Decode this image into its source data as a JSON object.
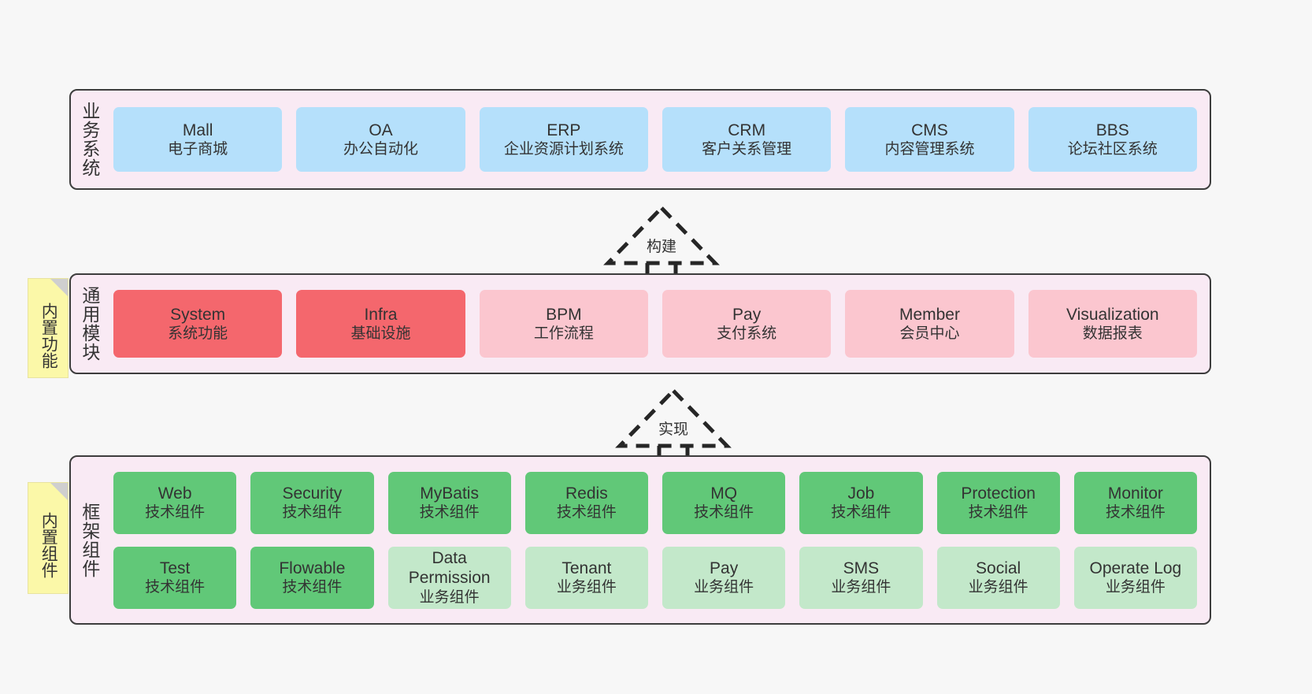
{
  "canvas": {
    "background": "#f7f7f7",
    "layer_fill": "#f9eaf4",
    "layer_border": "#3d3d3d",
    "note_fill": "#fbf8a8",
    "note_fold": "#cfcfcf"
  },
  "layers": [
    {
      "id": "business-system",
      "title": "业务系统",
      "note": null,
      "rows": [
        {
          "cards": [
            {
              "en": "Mall",
              "cn": "电子商城",
              "color": "#b5e0fb",
              "tone": "blue"
            },
            {
              "en": "OA",
              "cn": "办公自动化",
              "color": "#b5e0fb",
              "tone": "blue"
            },
            {
              "en": "ERP",
              "cn": "企业资源计划系统",
              "color": "#b5e0fb",
              "tone": "blue"
            },
            {
              "en": "CRM",
              "cn": "客户关系管理",
              "color": "#b5e0fb",
              "tone": "blue"
            },
            {
              "en": "CMS",
              "cn": "内容管理系统",
              "color": "#b5e0fb",
              "tone": "blue"
            },
            {
              "en": "BBS",
              "cn": "论坛社区系统",
              "color": "#b5e0fb",
              "tone": "blue"
            }
          ]
        }
      ]
    },
    {
      "id": "common-module",
      "title": "通用模块",
      "note": "内置功能",
      "rows": [
        {
          "cards": [
            {
              "en": "System",
              "cn": "系统功能",
              "color": "#f4676d",
              "tone": "red"
            },
            {
              "en": "Infra",
              "cn": "基础设施",
              "color": "#f4676d",
              "tone": "red"
            },
            {
              "en": "BPM",
              "cn": "工作流程",
              "color": "#fbc6cf",
              "tone": "pink"
            },
            {
              "en": "Pay",
              "cn": "支付系统",
              "color": "#fbc6cf",
              "tone": "pink"
            },
            {
              "en": "Member",
              "cn": "会员中心",
              "color": "#fbc6cf",
              "tone": "pink"
            },
            {
              "en": "Visualization",
              "cn": "数据报表",
              "color": "#fbc6cf",
              "tone": "pink"
            }
          ]
        }
      ]
    },
    {
      "id": "framework-component",
      "title": "框架组件",
      "note": "内置组件",
      "rows": [
        {
          "cards": [
            {
              "en": "Web",
              "cn": "技术组件",
              "color": "#61c878",
              "tone": "green"
            },
            {
              "en": "Security",
              "cn": "技术组件",
              "color": "#61c878",
              "tone": "green"
            },
            {
              "en": "MyBatis",
              "cn": "技术组件",
              "color": "#61c878",
              "tone": "green"
            },
            {
              "en": "Redis",
              "cn": "技术组件",
              "color": "#61c878",
              "tone": "green"
            },
            {
              "en": "MQ",
              "cn": "技术组件",
              "color": "#61c878",
              "tone": "green"
            },
            {
              "en": "Job",
              "cn": "技术组件",
              "color": "#61c878",
              "tone": "green"
            },
            {
              "en": "Protection",
              "cn": "技术组件",
              "color": "#61c878",
              "tone": "green"
            },
            {
              "en": "Monitor",
              "cn": "技术组件",
              "color": "#61c878",
              "tone": "green"
            }
          ]
        },
        {
          "cards": [
            {
              "en": "Test",
              "cn": "技术组件",
              "color": "#61c878",
              "tone": "green"
            },
            {
              "en": "Flowable",
              "cn": "技术组件",
              "color": "#61c878",
              "tone": "green"
            },
            {
              "en": "Data Permission",
              "cn": "业务组件",
              "color": "#c3e8ca",
              "tone": "lightgreen"
            },
            {
              "en": "Tenant",
              "cn": "业务组件",
              "color": "#c3e8ca",
              "tone": "lightgreen"
            },
            {
              "en": "Pay",
              "cn": "业务组件",
              "color": "#c3e8ca",
              "tone": "lightgreen"
            },
            {
              "en": "SMS",
              "cn": "业务组件",
              "color": "#c3e8ca",
              "tone": "lightgreen"
            },
            {
              "en": "Social",
              "cn": "业务组件",
              "color": "#c3e8ca",
              "tone": "lightgreen"
            },
            {
              "en": "Operate Log",
              "cn": "业务组件",
              "color": "#c3e8ca",
              "tone": "lightgreen"
            }
          ]
        }
      ]
    }
  ],
  "relations": [
    {
      "id": "build",
      "label": "构建",
      "style": "dashed-hollow-arrow-up",
      "from": "common-module",
      "to": "business-system"
    },
    {
      "id": "implement",
      "label": "实现",
      "style": "dashed-hollow-arrow-up",
      "from": "framework-component",
      "to": "common-module"
    }
  ]
}
